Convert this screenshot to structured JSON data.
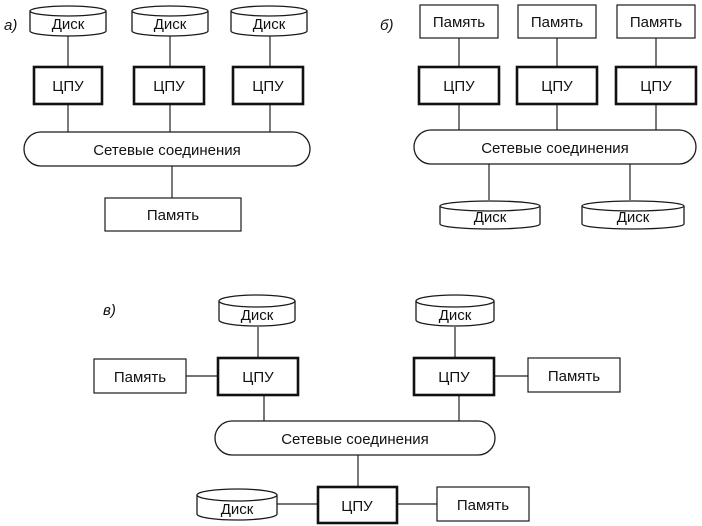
{
  "panels": {
    "a": "а)",
    "b": "б)",
    "c": "в)"
  },
  "labels": {
    "disk": "Диск",
    "cpu": "ЦПУ",
    "memory": "Память",
    "network": "Сетевые соединения"
  }
}
